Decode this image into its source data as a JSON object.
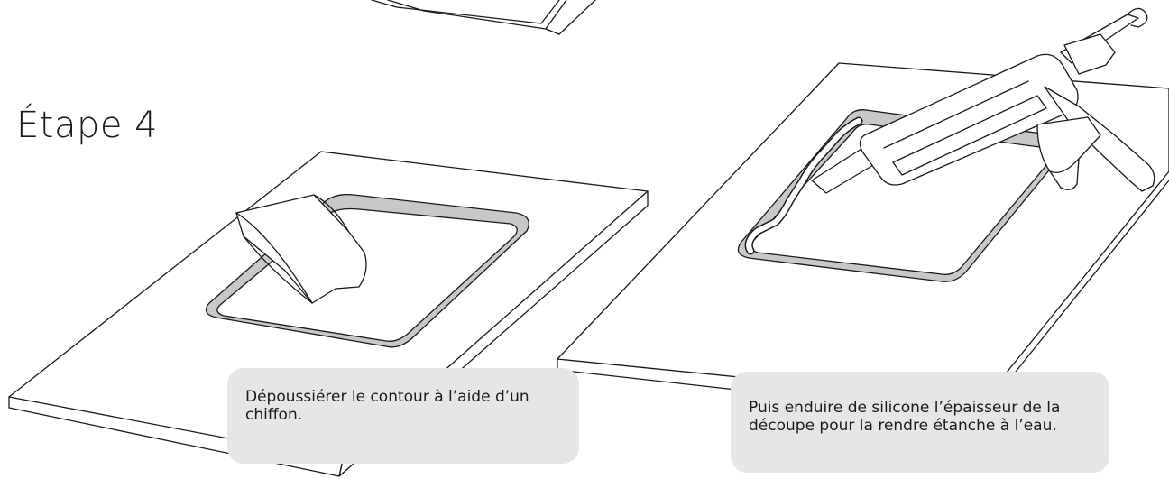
{
  "step": {
    "title": "Étape 4"
  },
  "captions": {
    "left": "Dépoussiérer le contour à l’aide d’un chiffon.",
    "right": "Puis enduire de silicone l’épaisseur de la découpe pour la rendre étanche à l’eau."
  },
  "colors": {
    "line": "#1a1a1a",
    "caption_bg": "#e6e6e6",
    "groove": "#c8c8c8"
  },
  "icons": {
    "cloth": "cleaning-cloth-illustration",
    "gun": "caulking-gun-illustration"
  }
}
